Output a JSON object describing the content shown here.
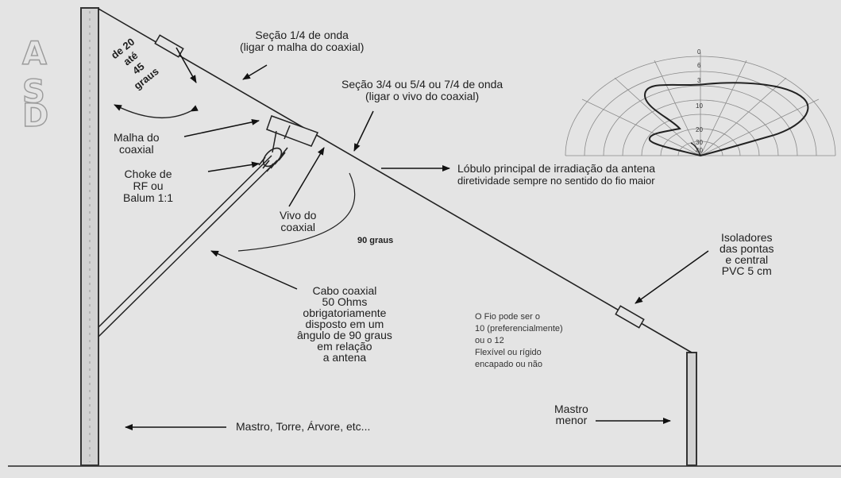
{
  "logo": {
    "letters": [
      "A",
      "S",
      "D"
    ]
  },
  "labels": {
    "secao14_line1": "Seção 1/4 de onda",
    "secao14_line2": "(ligar o malha do coaxial)",
    "angle_line1": "de 20",
    "angle_line2": "até",
    "angle_line3": "45",
    "angle_line4": "graus",
    "secao34_line1": "Seção 3/4 ou 5/4 ou 7/4 de onda",
    "secao34_line2": "(ligar o vivo do coaxial)",
    "malha_line1": "Malha do",
    "malha_line2": "coaxial",
    "choke_line1": "Choke de",
    "choke_line2": "RF ou",
    "choke_line3": "Balum 1:1",
    "vivo_line1": "Vivo do",
    "vivo_line2": "coaxial",
    "noventa": "90 graus",
    "lobulo_line1": "Lóbulo principal de irradiação da antena",
    "lobulo_line2": "diretividade sempre no sentido do fio maior",
    "isoladores_line1": "Isoladores",
    "isoladores_line2": "das pontas",
    "isoladores_line3": "e central",
    "isoladores_line4": "PVC 5 cm",
    "cabo_line1": "Cabo coaxial",
    "cabo_line2": "50 Ohms",
    "cabo_line3": "obrigatoriamente",
    "cabo_line4": "disposto em um",
    "cabo_line5": "ângulo de 90 graus",
    "cabo_line6": "em relação",
    "cabo_line7": "a antena",
    "fio_line1": "O Fio pode ser o",
    "fio_line2": "10 (preferencialmente)",
    "fio_line3": "ou o 12",
    "fio_line4": "Flexível ou rígido",
    "fio_line5": "encapado ou não",
    "mastro_main": "Mastro, Torre, Árvore, etc...",
    "mastro_menor_line1": "Mastro",
    "mastro_menor_line2": "menor"
  },
  "polar_plot": {
    "scale_labels": [
      "0",
      "6",
      "3",
      "10",
      "20",
      "30",
      "40"
    ]
  }
}
